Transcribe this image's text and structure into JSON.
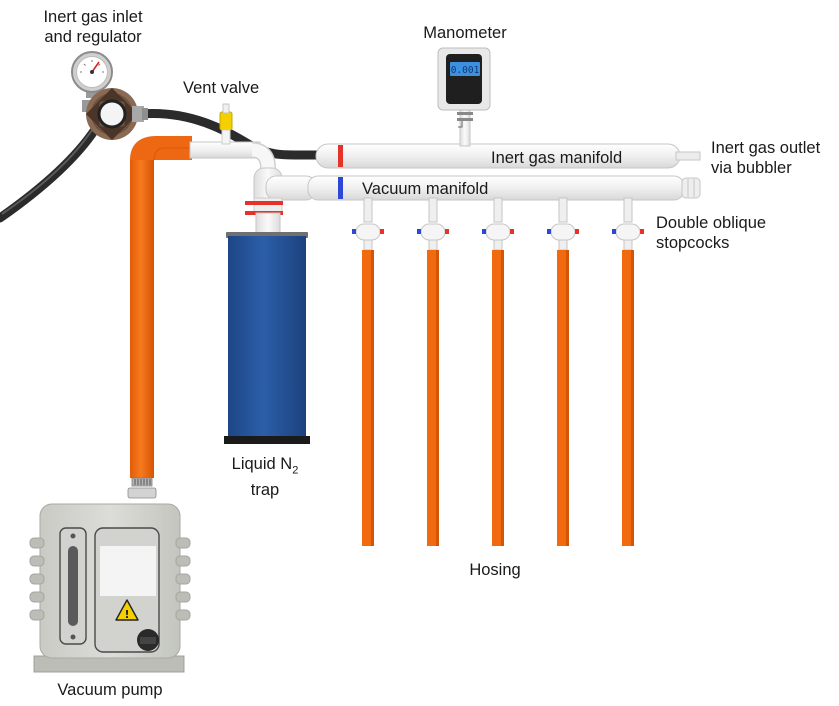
{
  "labels": {
    "inert_gas_inlet_line1": "Inert gas inlet",
    "inert_gas_inlet_line2": "and regulator",
    "manometer": "Manometer",
    "vent_valve": "Vent valve",
    "inert_gas_outlet_line1": "Inert gas outlet",
    "inert_gas_outlet_line2": "via bubbler",
    "inert_gas_manifold": "Inert gas manifold",
    "vacuum_manifold": "Vacuum manifold",
    "stopcocks_line1": "Double oblique",
    "stopcocks_line2": "stopcocks",
    "trap_line1_main": "Liquid N",
    "trap_line1_sub": "2",
    "trap_line2": "trap",
    "hosing": "Hosing",
    "vacuum_pump": "Vacuum pump"
  },
  "manometer_display": "0.001",
  "colors": {
    "hose_orange": "#f26a10",
    "hose_orange_dark": "#d25606",
    "glass": "#f1f1f1",
    "glass_edge": "#c9c9c9",
    "trap_blue": "#24549a",
    "pump_grey": "#d7d8d3",
    "gas_tube": "#2b2b2b",
    "clamp_red": "#e5332a",
    "valve_yellow": "#f4d000",
    "inert_marker": "#e5332a",
    "vacuum_marker": "#2d48d6",
    "display_blue": "#3d8fe0"
  },
  "stopcock_count": 5
}
